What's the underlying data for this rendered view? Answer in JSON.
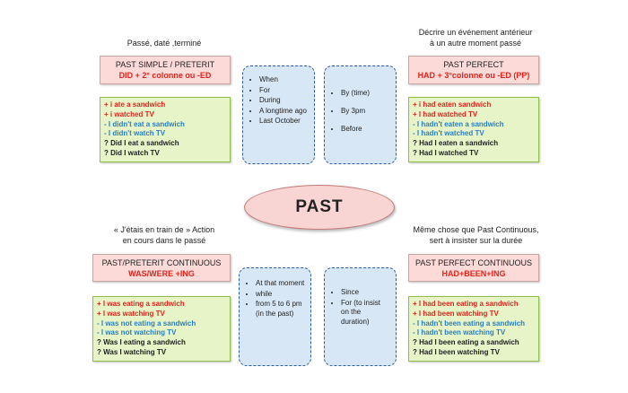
{
  "center": {
    "title": "PAST"
  },
  "past_simple": {
    "caption": "Passé, daté ,terminé",
    "title": "PAST SIMPLE / PRETERIT",
    "formula": "DID + 2° colonne ou -ED",
    "examples": [
      {
        "sign": "+",
        "text": "+ i ate a sandwich"
      },
      {
        "sign": "+",
        "text": "+ i watched TV"
      },
      {
        "sign": "-",
        "text": "- I didn't eat a sandwich"
      },
      {
        "sign": "-",
        "text": "- I didn't watch TV"
      },
      {
        "sign": "?",
        "text": "? Did I eat a sandwich"
      },
      {
        "sign": "?",
        "text": "? Did I watch TV"
      }
    ]
  },
  "past_perfect": {
    "caption_line1": "Décrire un événement antérieur",
    "caption_line2": "à un autre moment passé",
    "title": "PAST PERFECT",
    "formula": "HAD + 3°colonne ou -ED (PP)",
    "examples": [
      {
        "sign": "+",
        "text": "+ i had eaten sandwich"
      },
      {
        "sign": "+",
        "text": "+ I had watched TV"
      },
      {
        "sign": "-",
        "text": "- I hadn't eaten a sandwich"
      },
      {
        "sign": "-",
        "text": "- I hadn't watched TV"
      },
      {
        "sign": "?",
        "text": "? Had I eaten a sandwich"
      },
      {
        "sign": "?",
        "text": "? Had I watched TV"
      }
    ]
  },
  "past_continuous": {
    "caption_line1": "« J'étais en train de » Action",
    "caption_line2": "en cours dans le passé",
    "title": "PAST/PRETERIT CONTINUOUS",
    "formula": "WAS/WERE +ING",
    "examples": [
      {
        "sign": "+",
        "text": "+ I was eating a sandwich"
      },
      {
        "sign": "+",
        "text": "+ I was watching TV"
      },
      {
        "sign": "-",
        "text": "- I was not eating a sandwich"
      },
      {
        "sign": "-",
        "text": "- I was not watching TV"
      },
      {
        "sign": "?",
        "text": "? Was I eating a  sandwich"
      },
      {
        "sign": "?",
        "text": "? Was I watching TV"
      }
    ]
  },
  "past_perfect_continuous": {
    "caption_line1": "Même chose que Past Continuous,",
    "caption_line2": "sert à insister sur la durée",
    "title": "PAST PERFECT CONTINUOUS",
    "formula": "HAD+BEEN+ING",
    "examples": [
      {
        "sign": "+",
        "text": "+ I had been eating a sandwich"
      },
      {
        "sign": "+",
        "text": "+ I had been watching TV"
      },
      {
        "sign": "-",
        "text": "- I hadn't been eating  a sandwich"
      },
      {
        "sign": "-",
        "text": "- I hadn't been watching TV"
      },
      {
        "sign": "?",
        "text": "? Had I been eating a sandwich"
      },
      {
        "sign": "?",
        "text": "? Had I been watching TV"
      }
    ]
  },
  "keywords": {
    "top_left": [
      "When",
      "For",
      "During",
      "A longtime ago",
      "Last October"
    ],
    "top_right": [
      "By (time)",
      "By 3pm",
      "Before"
    ],
    "bottom_left": [
      "At that moment",
      "while",
      "from 5 to 6 pm (in the past)"
    ],
    "bottom_right": [
      "Since",
      "For (to insist on the duration)"
    ]
  },
  "colors": {
    "affirmative": "#e3241b",
    "negative": "#2a7fc4",
    "question": "#222222"
  }
}
